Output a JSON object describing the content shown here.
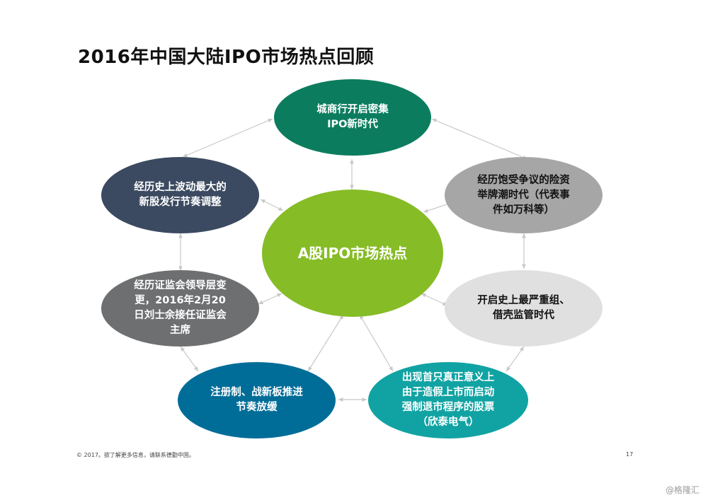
{
  "title": "2016年中国大陆IPO市场热点回顾",
  "center": {
    "label": "A股IPO市场热点",
    "color": "#86bc25"
  },
  "nodes": [
    {
      "id": "top",
      "label": "城商行开启密集\nIPO新时代",
      "color": "#0b7d5e",
      "text_color": "#ffffff"
    },
    {
      "id": "upper-right",
      "label": "经历饱受争议的险资\n举牌潮时代（代表事\n件如万科等）",
      "color": "#a6a6a6",
      "text_color": "#111111"
    },
    {
      "id": "lower-right",
      "label": "开启史上最严重组、\n借壳监管时代",
      "color": "#e0e0e0",
      "text_color": "#111111"
    },
    {
      "id": "bottom-right",
      "label": "出现首只真正意义上\n由于造假上市而启动\n强制退市程序的股票\n（欣泰电气）",
      "color": "#11a3a3",
      "text_color": "#ffffff"
    },
    {
      "id": "bottom-left",
      "label": "注册制、战新板推进\n节奏放缓",
      "color": "#006d98",
      "text_color": "#ffffff"
    },
    {
      "id": "lower-left",
      "label": "经历证监会领导层变\n更，2016年2月20\n日刘士余接任证监会\n主席",
      "color": "#6d6f71",
      "text_color": "#ffffff"
    },
    {
      "id": "upper-left",
      "label": "经历史上波动最大的\n新股发行节奏调整",
      "color": "#3b4a60",
      "text_color": "#ffffff"
    }
  ],
  "footer": {
    "copyright": "© 2017。欲了解更多信息，请联系德勤中国。",
    "page_number": "17"
  },
  "watermark": "@格隆汇"
}
